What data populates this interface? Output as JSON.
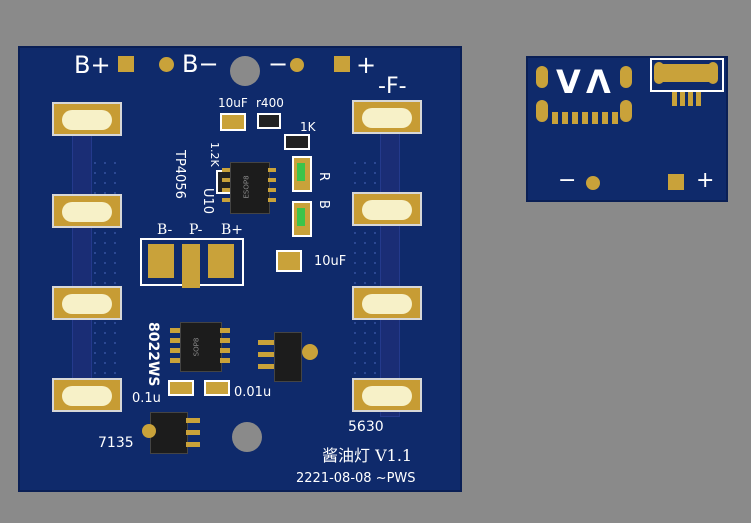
{
  "board_main": {
    "top_labels": {
      "bplus": "B+",
      "bminus": "B−",
      "minus": "−",
      "plus": "+"
    },
    "right_label": "-F-",
    "chip_labels": {
      "tp4056": "TP4056",
      "u10": "U10",
      "r400": "r400",
      "cap10uf_top": "10uF",
      "res1k": "1K",
      "res12k": "1.2K",
      "r": "R",
      "b": "B",
      "cap10uf_mid": "10uF"
    },
    "battery_pads": {
      "bminus": "B-",
      "pminus": "P-",
      "bplus": "B+"
    },
    "regulator_label": "8022WS",
    "cap01u": "0.1u",
    "cap001u": "0.01u",
    "ldo_label": "7135",
    "led_label": "5630",
    "title_cn": "酱油灯 V1.1",
    "date_line": "2221-08-08 ~PWS"
  },
  "board_small": {
    "minus": "−",
    "plus": "+"
  },
  "colors": {
    "pcb": "#0f2a6b",
    "pad": "#c9a23a",
    "silk": "#ffffff",
    "bg": "#8a8a8a"
  }
}
